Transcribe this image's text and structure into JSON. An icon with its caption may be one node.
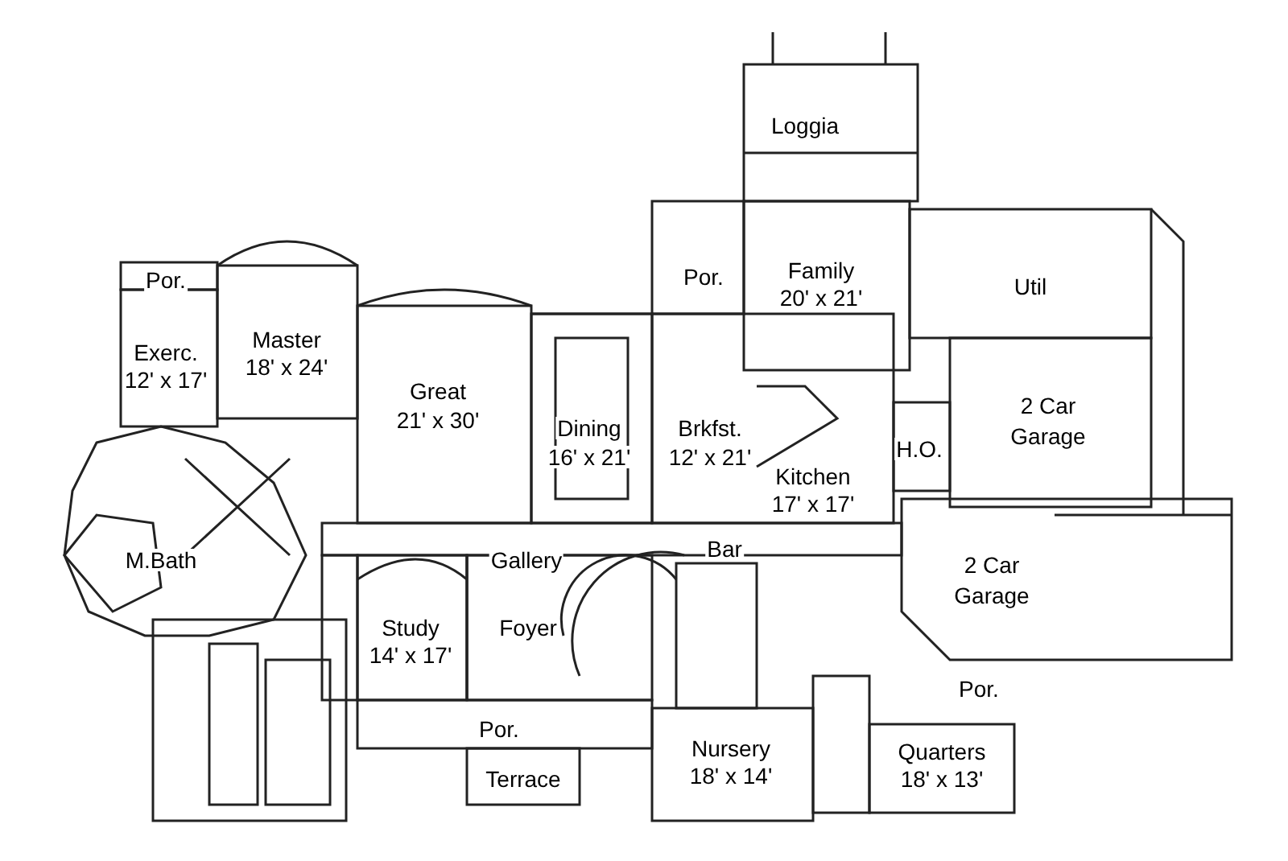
{
  "diagram": {
    "labels": [
      "Loggia",
      "Por.",
      "Family",
      "20' x 21'",
      "Util",
      "Por.",
      "Exerc.",
      "12' x 17'",
      "Master",
      "18' x 24'",
      "Great",
      "21' x 30'",
      "Dining",
      "16' x 21'",
      "Brkfst.",
      "12' x 21'",
      "2 Car",
      "Garage",
      "H.O.",
      "Kitchen",
      "17' x 17'",
      "M.Bath",
      "Gallery",
      "Bar",
      "2 Car",
      "Garage",
      "Study",
      "14' x 17'",
      "Foyer",
      "Por.",
      "Por.",
      "Terrace",
      "Nursery",
      "18' x 14'",
      "Quarters",
      "18' x 13'"
    ]
  }
}
